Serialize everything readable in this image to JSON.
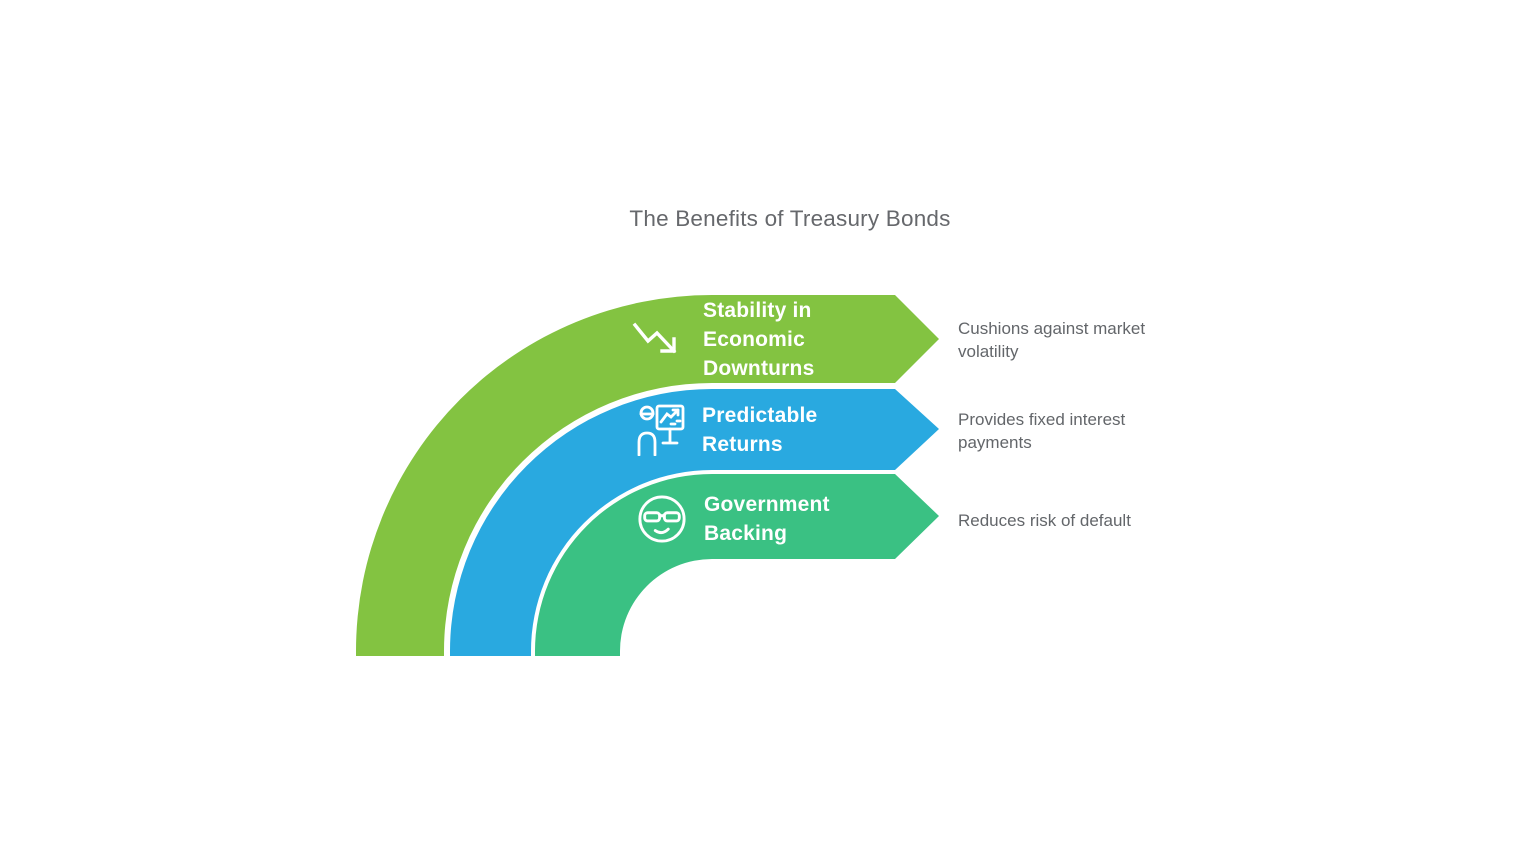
{
  "title": "The Benefits of Treasury Bonds",
  "colors": {
    "background": "#FFFFFF",
    "band_label_text": "#FFFFFF",
    "muted_text": "#63666A"
  },
  "bands": [
    {
      "icon": "trend-down-icon",
      "lines": [
        "Stability in",
        "Economic",
        "Downturns"
      ],
      "description": "Cushions against market volatility",
      "color": "#83C341"
    },
    {
      "icon": "presentation-chart-icon",
      "lines": [
        "Predictable",
        "Returns"
      ],
      "description": "Provides fixed interest payments",
      "color": "#29A9E0"
    },
    {
      "icon": "sunglasses-face-icon",
      "lines": [
        "Government",
        "Backing"
      ],
      "description": "Reduces risk of default",
      "color": "#3AC183"
    }
  ]
}
